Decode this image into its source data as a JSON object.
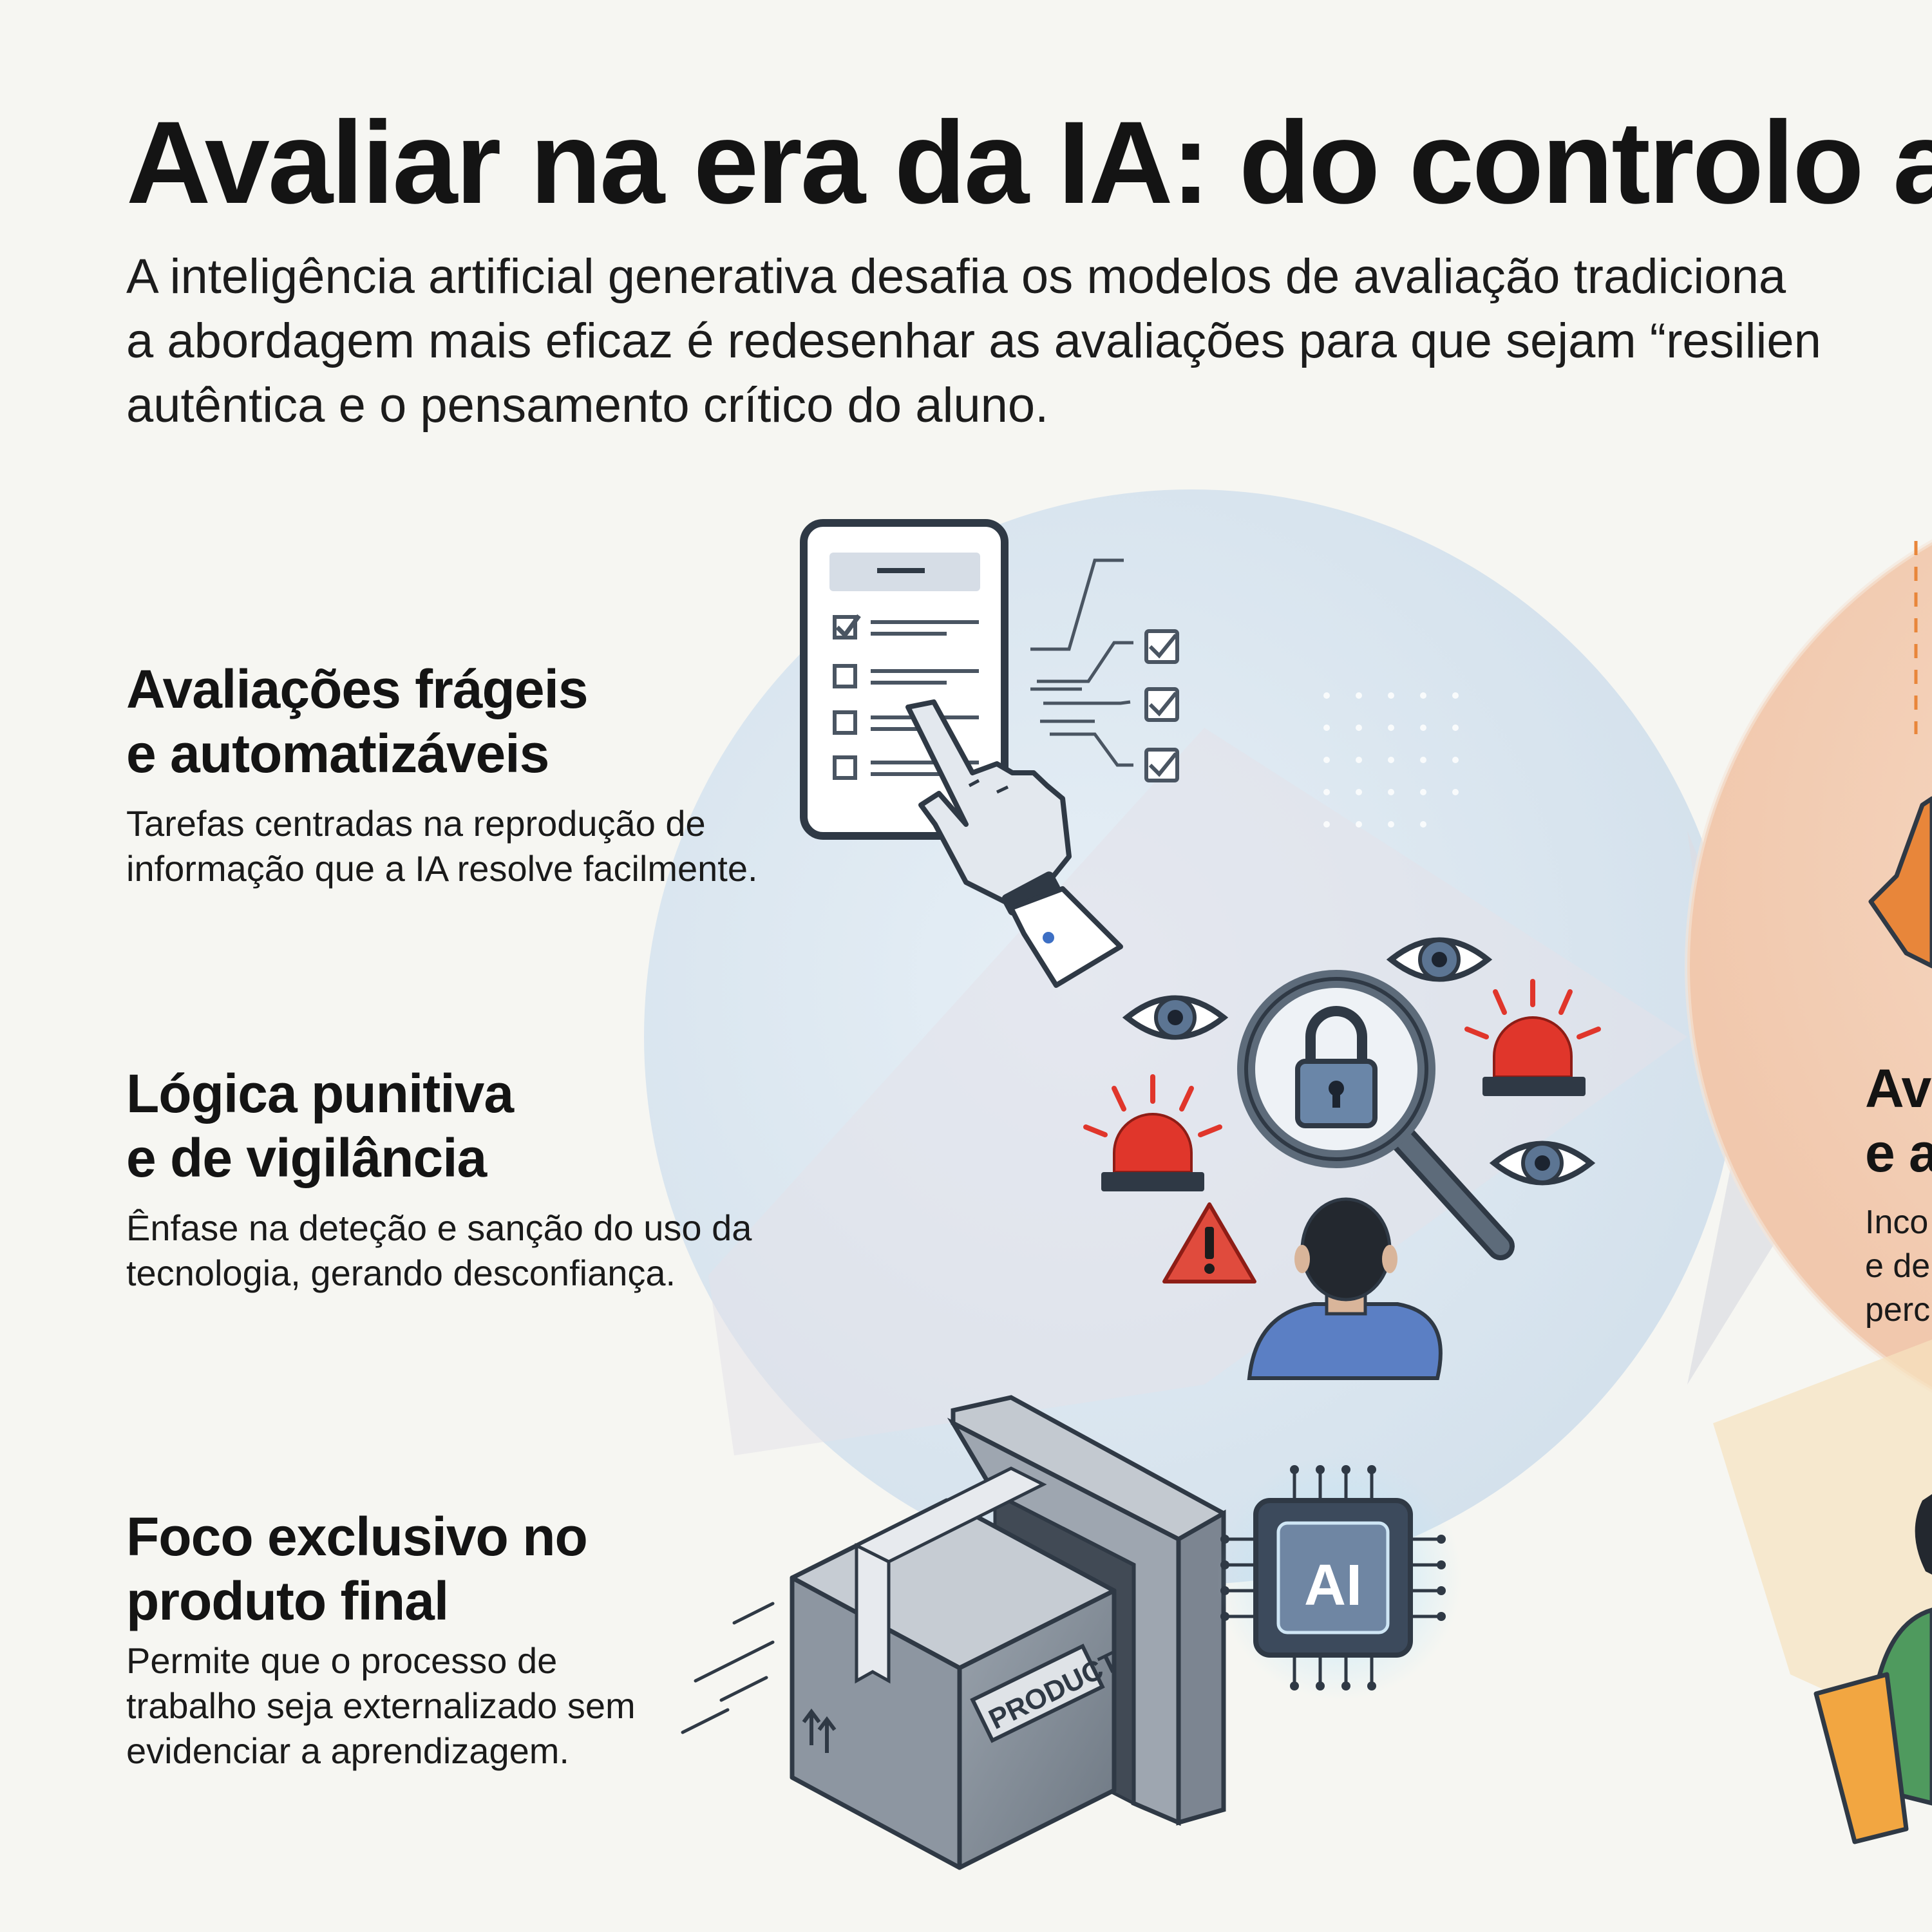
{
  "page": {
    "title": "Avaliar na era da IA: do controlo a",
    "intro_lines": [
      "A inteligência artificial generativa desafia os modelos de avaliação tradiciona",
      "a abordagem mais eficaz é redesenhar as avaliações para que sejam “resilien",
      "autêntica e o pensamento crítico do aluno."
    ]
  },
  "blocks": [
    {
      "heading_lines": [
        "Avaliações frágeis",
        "e automatizáveis"
      ],
      "text_lines": [
        "Tarefas centradas na reprodução de",
        "informação que a IA resolve facilmente."
      ]
    },
    {
      "heading_lines": [
        "Lógica punitiva",
        "e de vigilância"
      ],
      "text_lines": [
        "Ênfase na deteção e sanção do uso da",
        "tecnologia, gerando desconfiança."
      ]
    },
    {
      "heading_lines": [
        "Foco exclusivo no",
        "produto final"
      ],
      "text_lines": [
        "Permite que o processo de",
        "trabalho seja externalizado sem",
        "evidenciar a aprendizagem."
      ]
    }
  ],
  "right_partial": {
    "heading_lines": [
      "Av",
      "e a"
    ],
    "text_lines": [
      "Inco",
      "e de",
      "perc"
    ]
  },
  "illustration_labels": {
    "box_label": "PRODUCT",
    "chip_label": "AI"
  },
  "colors": {
    "circle_left": "#dbe7f0",
    "circle_right": "#f3d6c4",
    "alarm_red": "#e0362b",
    "icon_stroke": "#2f3945",
    "person_shirt": "#5b7fc4",
    "green_shirt": "#4f9a5e",
    "orange": "#e8863a"
  }
}
